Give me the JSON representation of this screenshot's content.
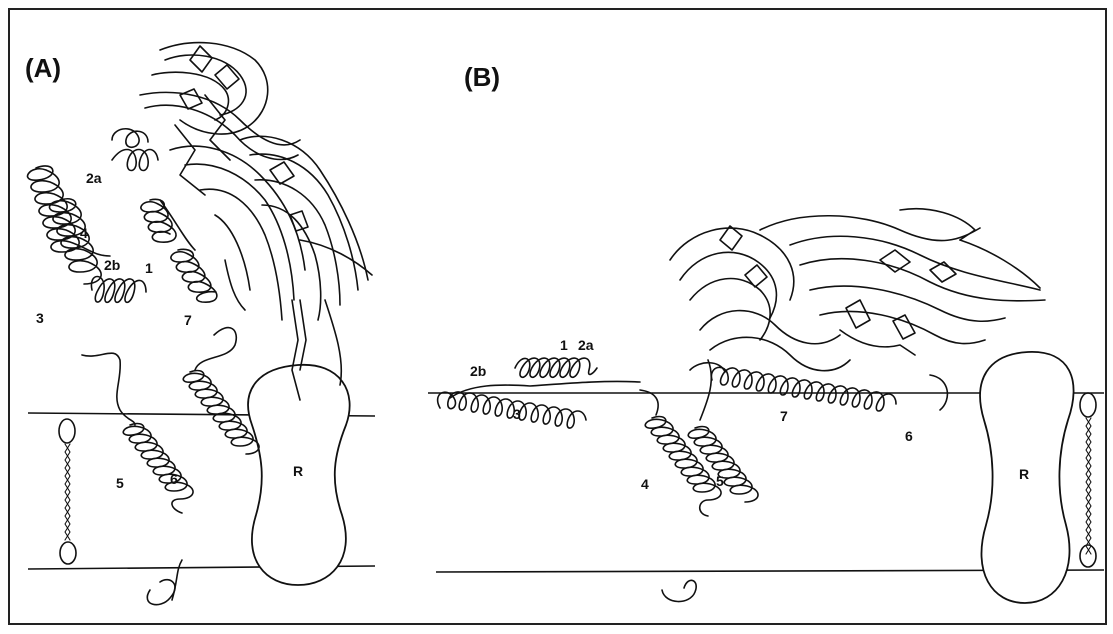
{
  "panels": {
    "a": {
      "label": "(A)",
      "helix_labels": [
        "2a",
        "4",
        "2b",
        "1",
        "3",
        "7",
        "5",
        "6"
      ],
      "receptor_label": "R"
    },
    "b": {
      "label": "(B)",
      "helix_labels": [
        "1",
        "2a",
        "2b",
        "3",
        "7",
        "6",
        "4",
        "5"
      ],
      "receptor_label": "R"
    }
  },
  "colors": {
    "ink": "#111111",
    "background": "#ffffff",
    "frame": "#222222"
  }
}
